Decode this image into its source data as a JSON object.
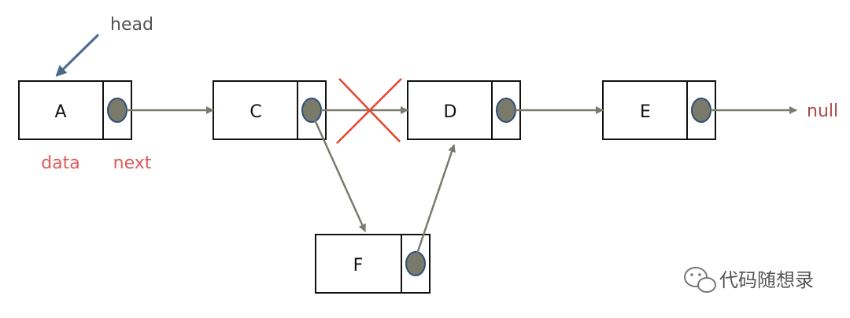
{
  "head_label": "head",
  "null_label": "null",
  "field_labels": {
    "data": "data",
    "next": "next"
  },
  "nodes": [
    {
      "id": "A",
      "label": "A"
    },
    {
      "id": "C",
      "label": "C"
    },
    {
      "id": "D",
      "label": "D"
    },
    {
      "id": "E",
      "label": "E"
    },
    {
      "id": "F",
      "label": "F"
    }
  ],
  "watermark": {
    "text": "代码随想录",
    "icon": "wechat-icon"
  },
  "colors": {
    "arrow": "#7a7a6e",
    "head_arrow": "#4a6a8a",
    "pointer_fill": "#7a7a6a",
    "pointer_stroke": "#2f4f7a",
    "cross": "#e8432e",
    "label_red": "#e05a5a",
    "null_red": "#b2474a"
  }
}
